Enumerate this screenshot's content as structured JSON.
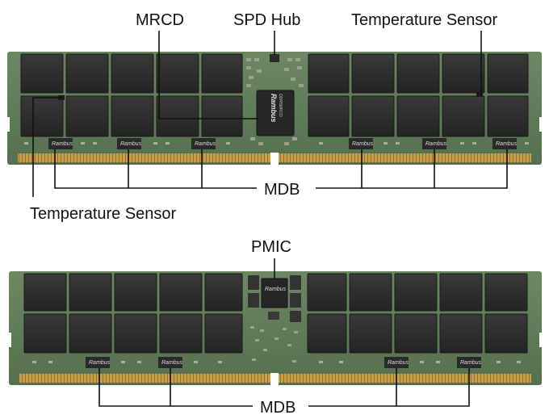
{
  "labels": {
    "mrcd": "MRCD",
    "spd_hub": "SPD Hub",
    "temp_sensor_top": "Temperature Sensor",
    "temp_sensor_bottom": "Temperature Sensor",
    "mdb_top": "MDB",
    "pmic": "PMIC",
    "mdb_bottom": "MDB"
  },
  "chip_brand": "Rambus",
  "chip_part": "DDR5MRCD",
  "colors": {
    "pcb": "#5f7a57",
    "dram": "#2b2b2b",
    "gold": "#c49a3c",
    "line": "#111111"
  }
}
